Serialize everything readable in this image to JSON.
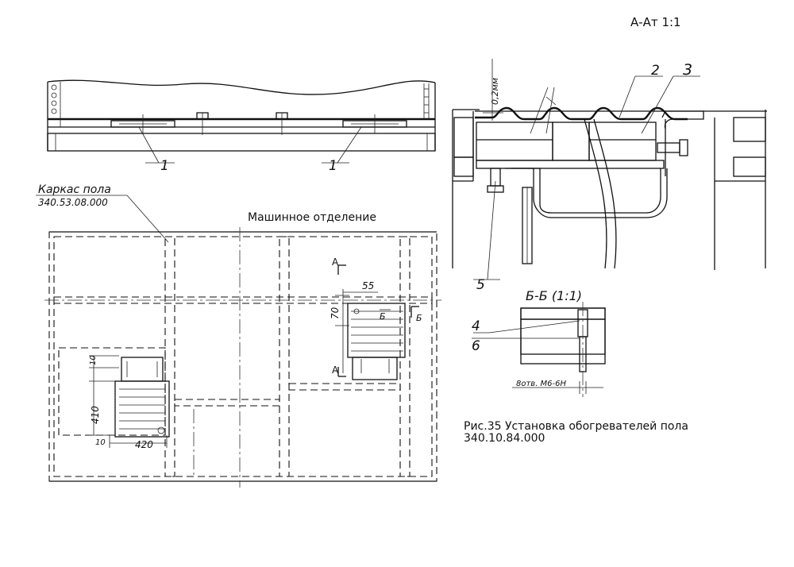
{
  "header": {
    "scale": "А-Ат 1:1"
  },
  "top_view": {
    "callout_1a": "1",
    "callout_1b": "1"
  },
  "frame": {
    "title_line1": "Каркас пола",
    "title_line2": "340.53.08.000",
    "machine_room": "Машинное отделение",
    "section_a_top": "А",
    "section_a_bottom": "А",
    "section_b_1": "Б",
    "section_b_2": "Б",
    "dim_55": "55",
    "dim_70": "70",
    "dim_10a": "10",
    "dim_410": "410",
    "dim_10b": "10",
    "dim_420": "420"
  },
  "section_aa": {
    "dim_gap": "0,2мм",
    "callout_2": "2",
    "callout_3": "3",
    "callout_5": "5"
  },
  "section_bb": {
    "title": "Б-Б (1:1)",
    "callout_4": "4",
    "callout_6": "6",
    "holes_note": "8отв. М6-6Н"
  },
  "caption": {
    "line1": "Рис.35 Установка обогревателей пола",
    "line2": "340.10.84.000"
  }
}
